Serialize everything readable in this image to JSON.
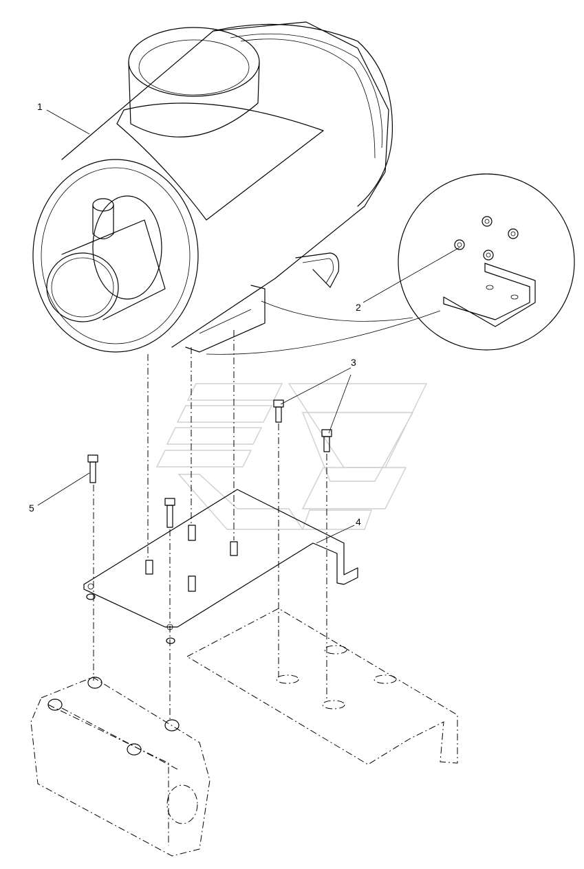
{
  "callouts": [
    {
      "id": "1",
      "label": "1"
    },
    {
      "id": "2",
      "label": "2"
    },
    {
      "id": "3",
      "label": "3"
    },
    {
      "id": "4",
      "label": "4"
    },
    {
      "id": "5",
      "label": "5"
    }
  ],
  "colors": {
    "line": "#000000",
    "watermark": "#cfcfcf",
    "background": "#ffffff"
  }
}
